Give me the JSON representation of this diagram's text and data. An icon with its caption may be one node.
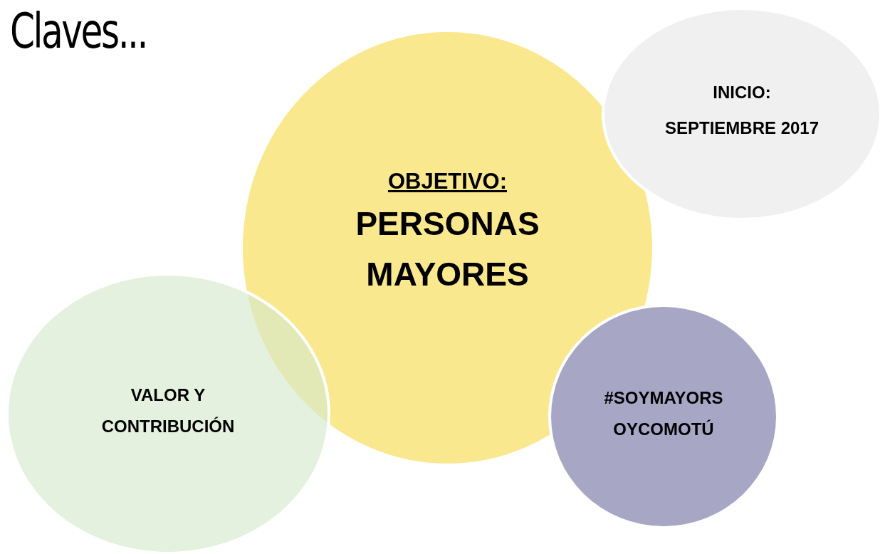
{
  "diagram": {
    "title": "Claves...",
    "nodes": [
      {
        "text": [
          "OBJETIVO:",
          "PERSONAS MAYORES"
        ]
      },
      {
        "text": [
          "INICIO:",
          "SEPTIEMBRE 2017"
        ]
      },
      {
        "text": [
          "VALOR Y CONTRIBUCIÓN"
        ]
      },
      {
        "text": [
          "#SOYMAYORS OYCOMOTÚ"
        ]
      }
    ]
  }
}
